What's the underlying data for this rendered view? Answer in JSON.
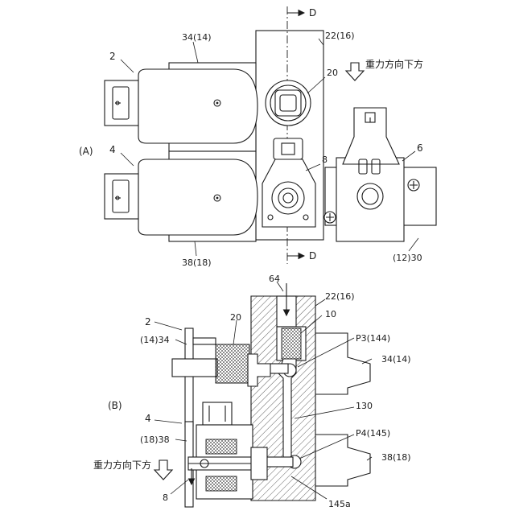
{
  "view_a": {
    "view_label": "(A)",
    "section_mark": "D",
    "gravity_text": "重力方向下方",
    "labels": {
      "l2": "2",
      "l4": "4",
      "l6": "6",
      "l8": "8",
      "l20": "20",
      "l22": "22(16)",
      "l34": "34(14)",
      "l38": "38(18)",
      "l12_30": "(12)30"
    }
  },
  "view_b": {
    "view_label": "(B)",
    "gravity_text": "重力方向下方",
    "labels": {
      "l64": "64",
      "l22": "22(16)",
      "l10": "10",
      "l2": "2",
      "l14_34": "(14)34",
      "l20": "20",
      "lp3": "P3(144)",
      "l34": "34(14)",
      "l130": "130",
      "l4": "4",
      "lp4": "P4(145)",
      "l18_38": "(18)38",
      "l38": "38(18)",
      "l8": "8",
      "l145a": "145a"
    }
  }
}
